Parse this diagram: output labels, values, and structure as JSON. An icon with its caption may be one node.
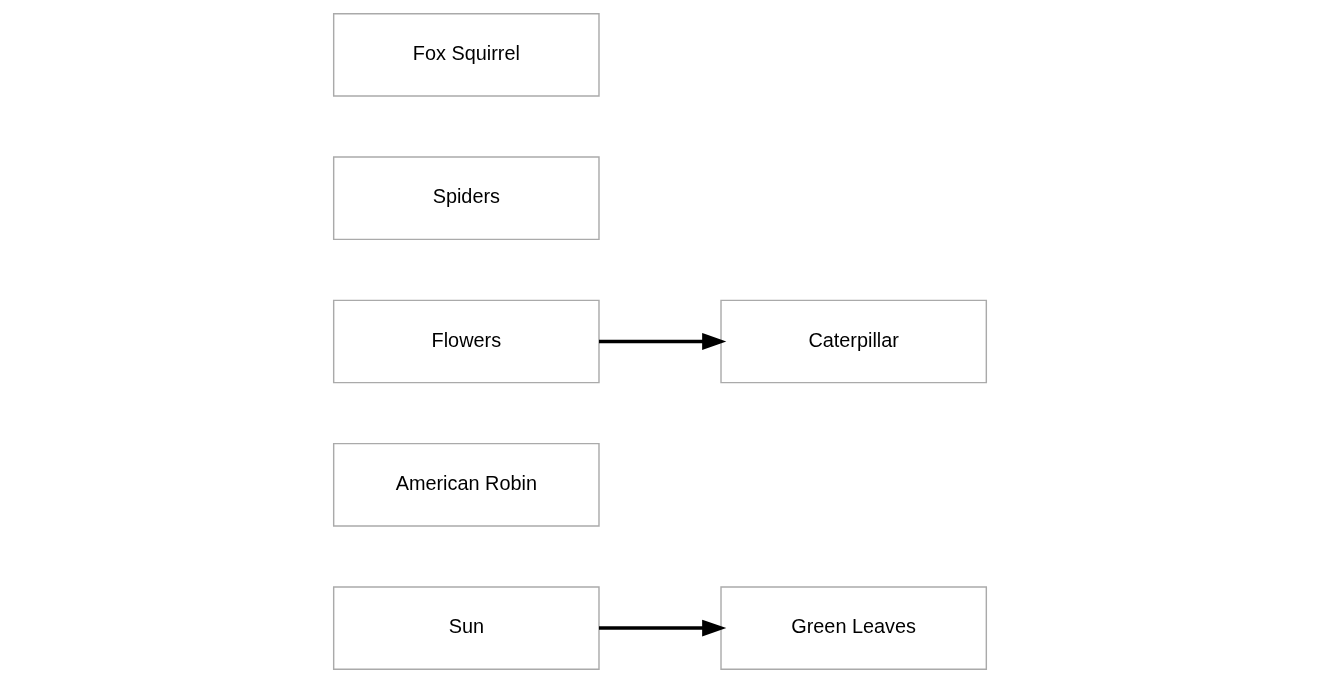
{
  "diagram": {
    "nodes": [
      {
        "text": [
          "Green Leaves"
        ]
      },
      {
        "text": [
          "American Robin"
        ]
      },
      {
        "text": [
          "Sun"
        ]
      },
      {
        "text": [
          "Caterpillar"
        ]
      },
      {
        "text": [
          "Flowers"
        ]
      },
      {
        "text": [
          "Spiders"
        ]
      },
      {
        "text": [
          "Fox Squirrel"
        ]
      }
    ],
    "edges": [
      {
        "from": 2,
        "to": 0,
        "arrow": "to"
      },
      {
        "from": 4,
        "to": 3,
        "arrow": "to"
      }
    ]
  }
}
